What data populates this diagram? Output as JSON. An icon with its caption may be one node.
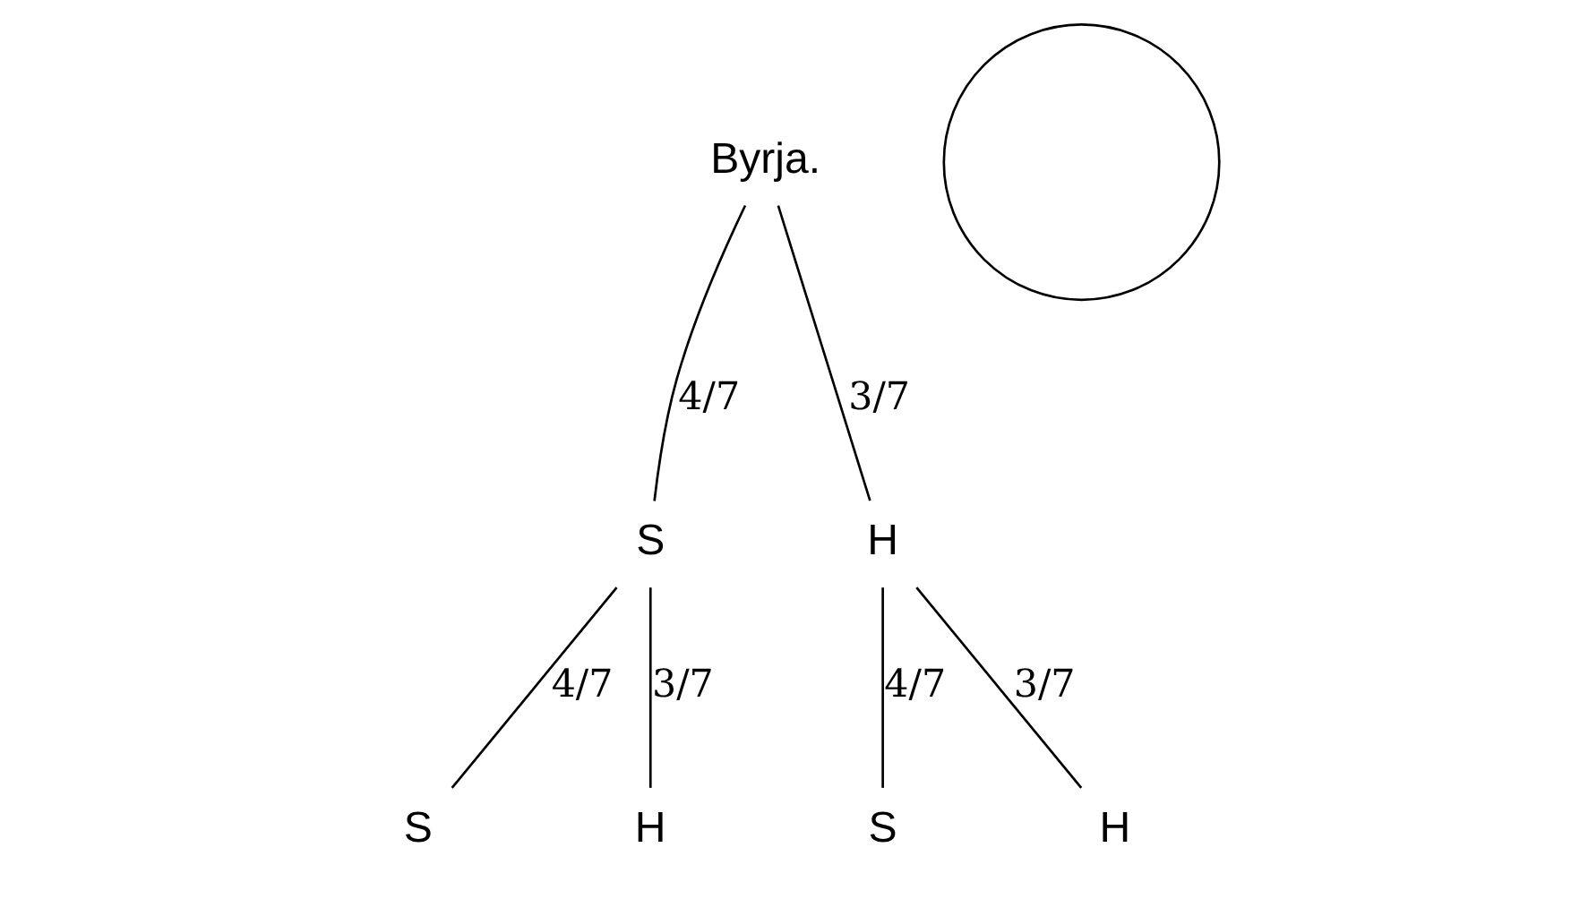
{
  "diagram": {
    "nodes": [
      {
        "text": [
          "Byrja."
        ]
      },
      {
        "text": [],
        "shape": "circle"
      },
      {
        "text": [
          "S"
        ]
      },
      {
        "text": [
          "H"
        ]
      },
      {
        "text": [
          "S"
        ]
      },
      {
        "text": [
          "H"
        ]
      },
      {
        "text": [
          "S"
        ]
      },
      {
        "text": [
          "H"
        ]
      }
    ],
    "edges": [
      {
        "from": 0,
        "to": 2,
        "arrow": "none",
        "label": "4/7"
      },
      {
        "from": 0,
        "to": 3,
        "arrow": "none",
        "label": "3/7"
      },
      {
        "from": 2,
        "to": 4,
        "arrow": "none",
        "label": "4/7"
      },
      {
        "from": 2,
        "to": 5,
        "arrow": "none",
        "label": "3/7"
      },
      {
        "from": 3,
        "to": 6,
        "arrow": "none",
        "label": "4/7"
      },
      {
        "from": 3,
        "to": 7,
        "arrow": "none",
        "label": "3/7"
      }
    ]
  }
}
